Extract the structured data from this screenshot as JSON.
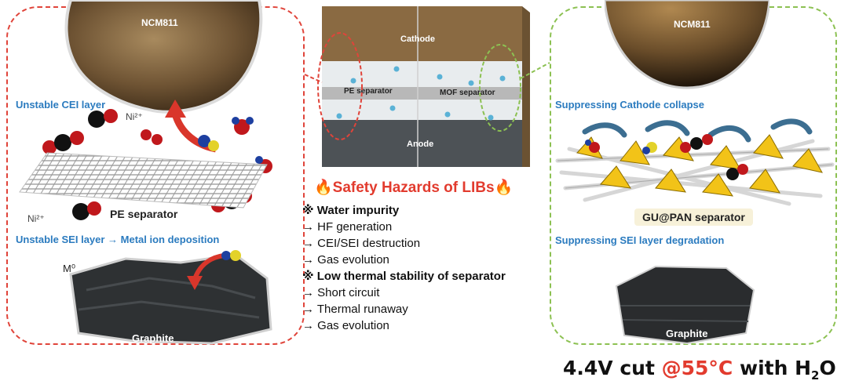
{
  "left_panel": {
    "cathode_label": "NCM811",
    "cei_label": "Unstable CEI layer",
    "ni_label_top": "Ni²⁺",
    "ni_label_bottom": "Ni²⁺",
    "separator_label": "PE separator",
    "sei_label": "Unstable SEI layer → Metal ion deposition",
    "metal_label": "M⁰",
    "anode_label": "Graphite",
    "border_color": "#e0443a"
  },
  "center": {
    "cathode_label": "Cathode",
    "pe_label": "PE separator",
    "mof_label": "MOF separator",
    "anode_label": "Anode",
    "title": "Safety Hazards of LIBs",
    "title_color": "#e23b2e",
    "sections": [
      {
        "header": "※ Water impurity",
        "items": [
          "→  HF generation",
          "→  CEI/SEI destruction",
          "→  Gas evolution"
        ]
      },
      {
        "header": "※ Low thermal stability of separator",
        "items": [
          "→  Short circuit",
          "→  Thermal runaway",
          "→  Gas evolution"
        ]
      }
    ]
  },
  "right_panel": {
    "cathode_label": "NCM811",
    "cathode_caption": "Suppressing  Cathode collapse",
    "separator_label": "GU@PAN separator",
    "sei_caption": "Suppressing SEI layer degradation",
    "anode_label": "Graphite",
    "border_color": "#8cc152"
  },
  "footer": {
    "prefix": "4.4V cut ",
    "highlight": "@55°C",
    "suffix": " with H",
    "subscript": "2",
    "tail": "O",
    "highlight_color": "#e23b2e"
  }
}
